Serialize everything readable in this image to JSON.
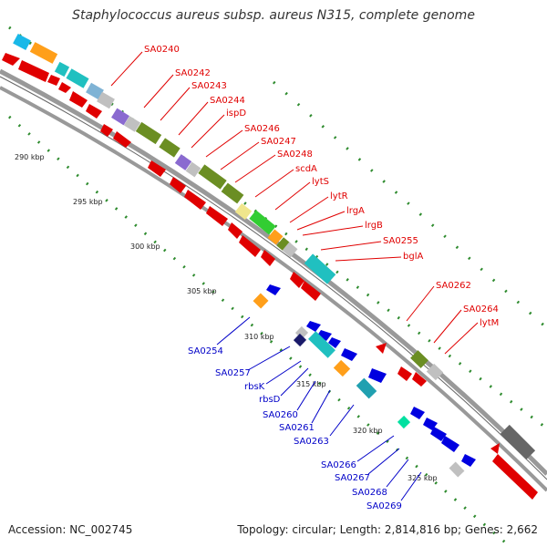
{
  "title": "Staphylococcus aureus subsp. aureus N315, complete genome",
  "footer": {
    "accession": "Accession: NC_002745",
    "summary": "Topology: circular; Length: 2,814,816 bp; Genes: 2,662"
  },
  "colors": {
    "forward_label": "#e00000",
    "reverse_label": "#0000c8",
    "backbone": "#999999",
    "tick": "#2e8b2e"
  },
  "ticks": [
    "290 kbp",
    "295 kbp",
    "300 kbp",
    "305 kbp",
    "310 kbp",
    "315 kbp",
    "320 kbp",
    "325 kbp"
  ],
  "forward_labels": [
    "SA0240",
    "SA0242",
    "SA0243",
    "SA0244",
    "ispD",
    "SA0246",
    "SA0247",
    "SA0248",
    "scdA",
    "lytS",
    "lytR",
    "lrgA",
    "lrgB",
    "SA0255",
    "bglA",
    "SA0262",
    "SA0264",
    "lytM"
  ],
  "reverse_labels": [
    "SA0254",
    "SA0257",
    "rbsK",
    "rbsD",
    "SA0260",
    "SA0261",
    "SA0263",
    "SA0266",
    "SA0267",
    "SA0268",
    "SA0269"
  ]
}
